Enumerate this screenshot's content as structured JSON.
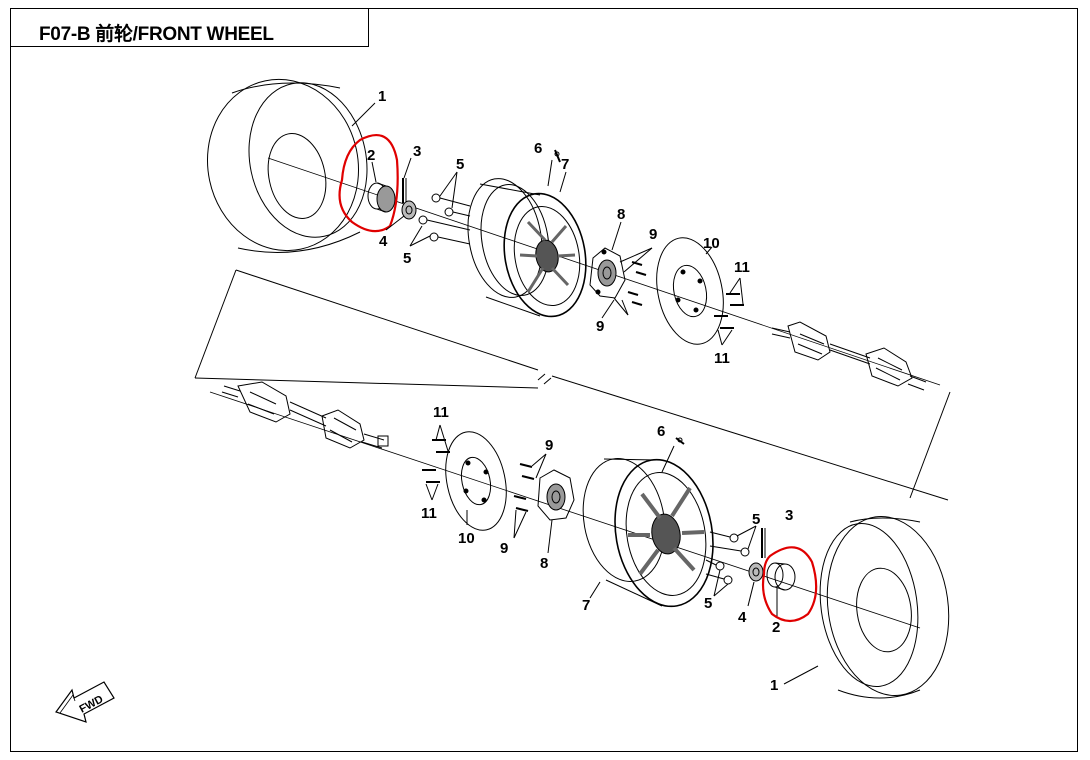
{
  "title": "F07-B 前轮/FRONT WHEEL",
  "direction_indicator": "FWD",
  "colors": {
    "line": "#000000",
    "highlight_circle": "#e00000",
    "wheel_shading": "#6a6a6a"
  },
  "callouts": {
    "top": {
      "tire": "1",
      "hub_cap": "2",
      "cotter_pin": "3",
      "nut": "4",
      "lug_nut_upper": "5",
      "lug_nut_lower": "5",
      "valve": "6",
      "rim": "7",
      "hub": "8",
      "bolt_upper": "9",
      "bolt_lower": "9",
      "brake_disc": "10",
      "disc_bolt_upper": "11",
      "disc_bolt_lower": "11"
    },
    "bottom": {
      "disc_bolt_upper": "11",
      "disc_bolt_lower": "11",
      "brake_disc": "10",
      "bolt_upper": "9",
      "bolt_lower": "9",
      "hub": "8",
      "valve": "6",
      "rim": "7",
      "lug_nut_upper": "5",
      "lug_nut_lower": "5",
      "cotter_pin": "3",
      "nut": "4",
      "hub_cap": "2",
      "tire": "1"
    }
  }
}
